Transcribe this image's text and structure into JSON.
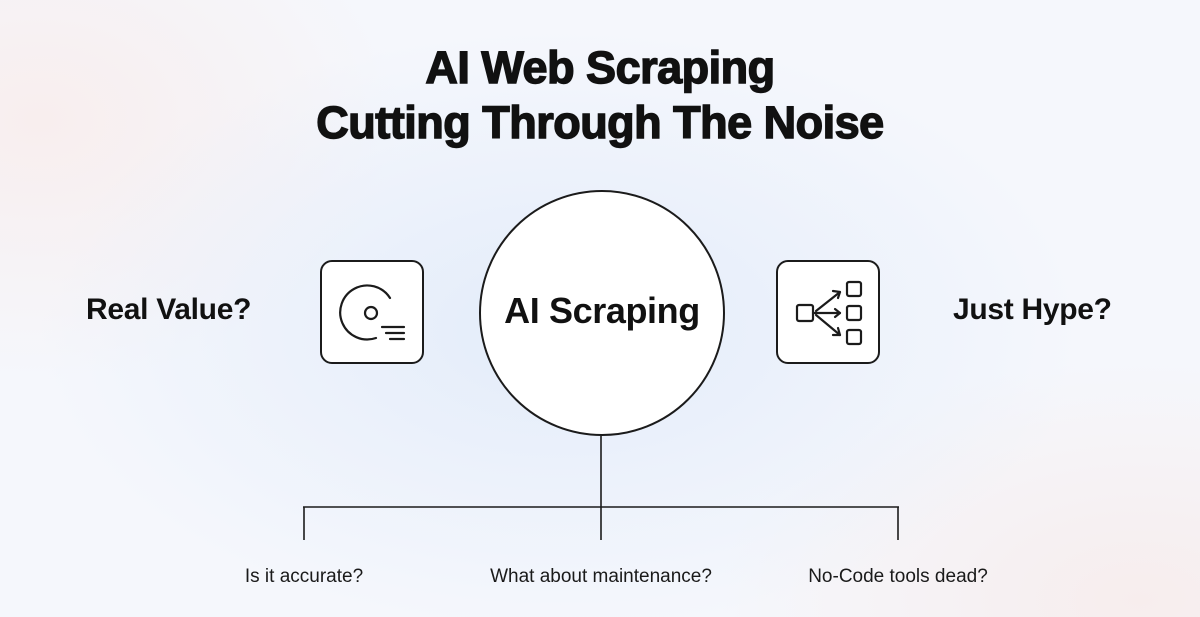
{
  "title": {
    "line1": "AI Web Scraping",
    "line2": "Cutting Through The Noise"
  },
  "left_label": "Real Value?",
  "right_label": "Just Hype?",
  "center": {
    "label": "AI Scraping"
  },
  "icons": {
    "left": "disk-lines-icon",
    "right": "branching-flow-icon"
  },
  "branches": [
    {
      "label": "Is it accurate?"
    },
    {
      "label": "What about maintenance?"
    },
    {
      "label": "No-Code tools dead?"
    }
  ]
}
